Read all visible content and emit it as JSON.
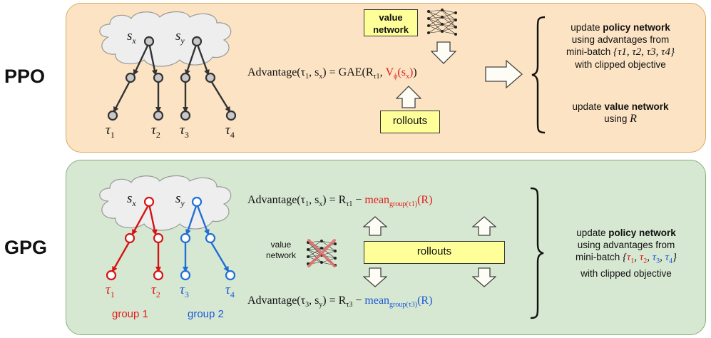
{
  "ppo": {
    "row_label": "PPO",
    "tree": {
      "root_labels": [
        "s",
        "s"
      ],
      "root_subs": [
        "x",
        "y"
      ],
      "leaf_labels": [
        "τ",
        "τ",
        "τ",
        "τ"
      ],
      "leaf_subs": [
        "1",
        "2",
        "3",
        "4"
      ]
    },
    "value_network_label": "value\nnetwork",
    "value_network_line1": "value",
    "value_network_line2": "network",
    "equation": {
      "lhs": "Advantage(τ",
      "lhs_sub": "1",
      "lhs_rest": ", s",
      "lhs_sub2": "x",
      "lhs_end": ") = GAE(R",
      "r_sub": "τ1",
      "value_term": "V",
      "value_sub": "ϕ",
      "value_arg": "(s",
      "value_arg_sub": "x",
      "value_close": ")",
      "close": ")"
    },
    "rollouts_label": "rollouts",
    "update_policy": {
      "line1_prefix": "update ",
      "line1_bold": "policy network",
      "line2": "using advantages from",
      "line3_prefix": "mini-batch ",
      "line3_set": "{τ1, τ2, τ3, τ4}",
      "line4": "with clipped objective"
    },
    "update_value": {
      "line1_prefix": "update ",
      "line1_bold": "value network",
      "line2_prefix": "using ",
      "line2_var": "R"
    }
  },
  "gpg": {
    "row_label": "GPG",
    "tree": {
      "root_labels": [
        "s",
        "s"
      ],
      "root_subs": [
        "x",
        "y"
      ],
      "leaf_labels": [
        "τ",
        "τ",
        "τ",
        "τ"
      ],
      "leaf_subs": [
        "1",
        "2",
        "3",
        "4"
      ],
      "group1_label": "group 1",
      "group2_label": "group 2"
    },
    "equation_top": {
      "lhs": "Advantage(τ",
      "lhs_sub": "1",
      "mid": ", s",
      "mid_sub": "x",
      "eq": ") = R",
      "r_sub": "τ1",
      "minus": " − ",
      "mean": "mean",
      "mean_sub": "group(τ1)",
      "arg": "(R)"
    },
    "equation_bottom": {
      "lhs": "Advantage(τ",
      "lhs_sub": "3",
      "mid": ", s",
      "mid_sub": "y",
      "eq": ") = R",
      "r_sub": "τ3",
      "minus": " − ",
      "mean": "mean",
      "mean_sub": "group(τ3)",
      "arg": "(R)"
    },
    "value_network_line1": "value",
    "value_network_line2": "network",
    "rollouts_label": "rollouts",
    "update_policy": {
      "line1_prefix": "update ",
      "line1_bold": "policy network",
      "line2": "using advantages from",
      "line3_prefix": "mini-batch ",
      "line4": "with clipped objective"
    }
  },
  "colors": {
    "ppo_bg": "#fce3c3",
    "gpg_bg": "#d7e8d2",
    "group1": "#e01b1b",
    "group2": "#1b57d6",
    "box_yellow": "#ffff9a"
  }
}
